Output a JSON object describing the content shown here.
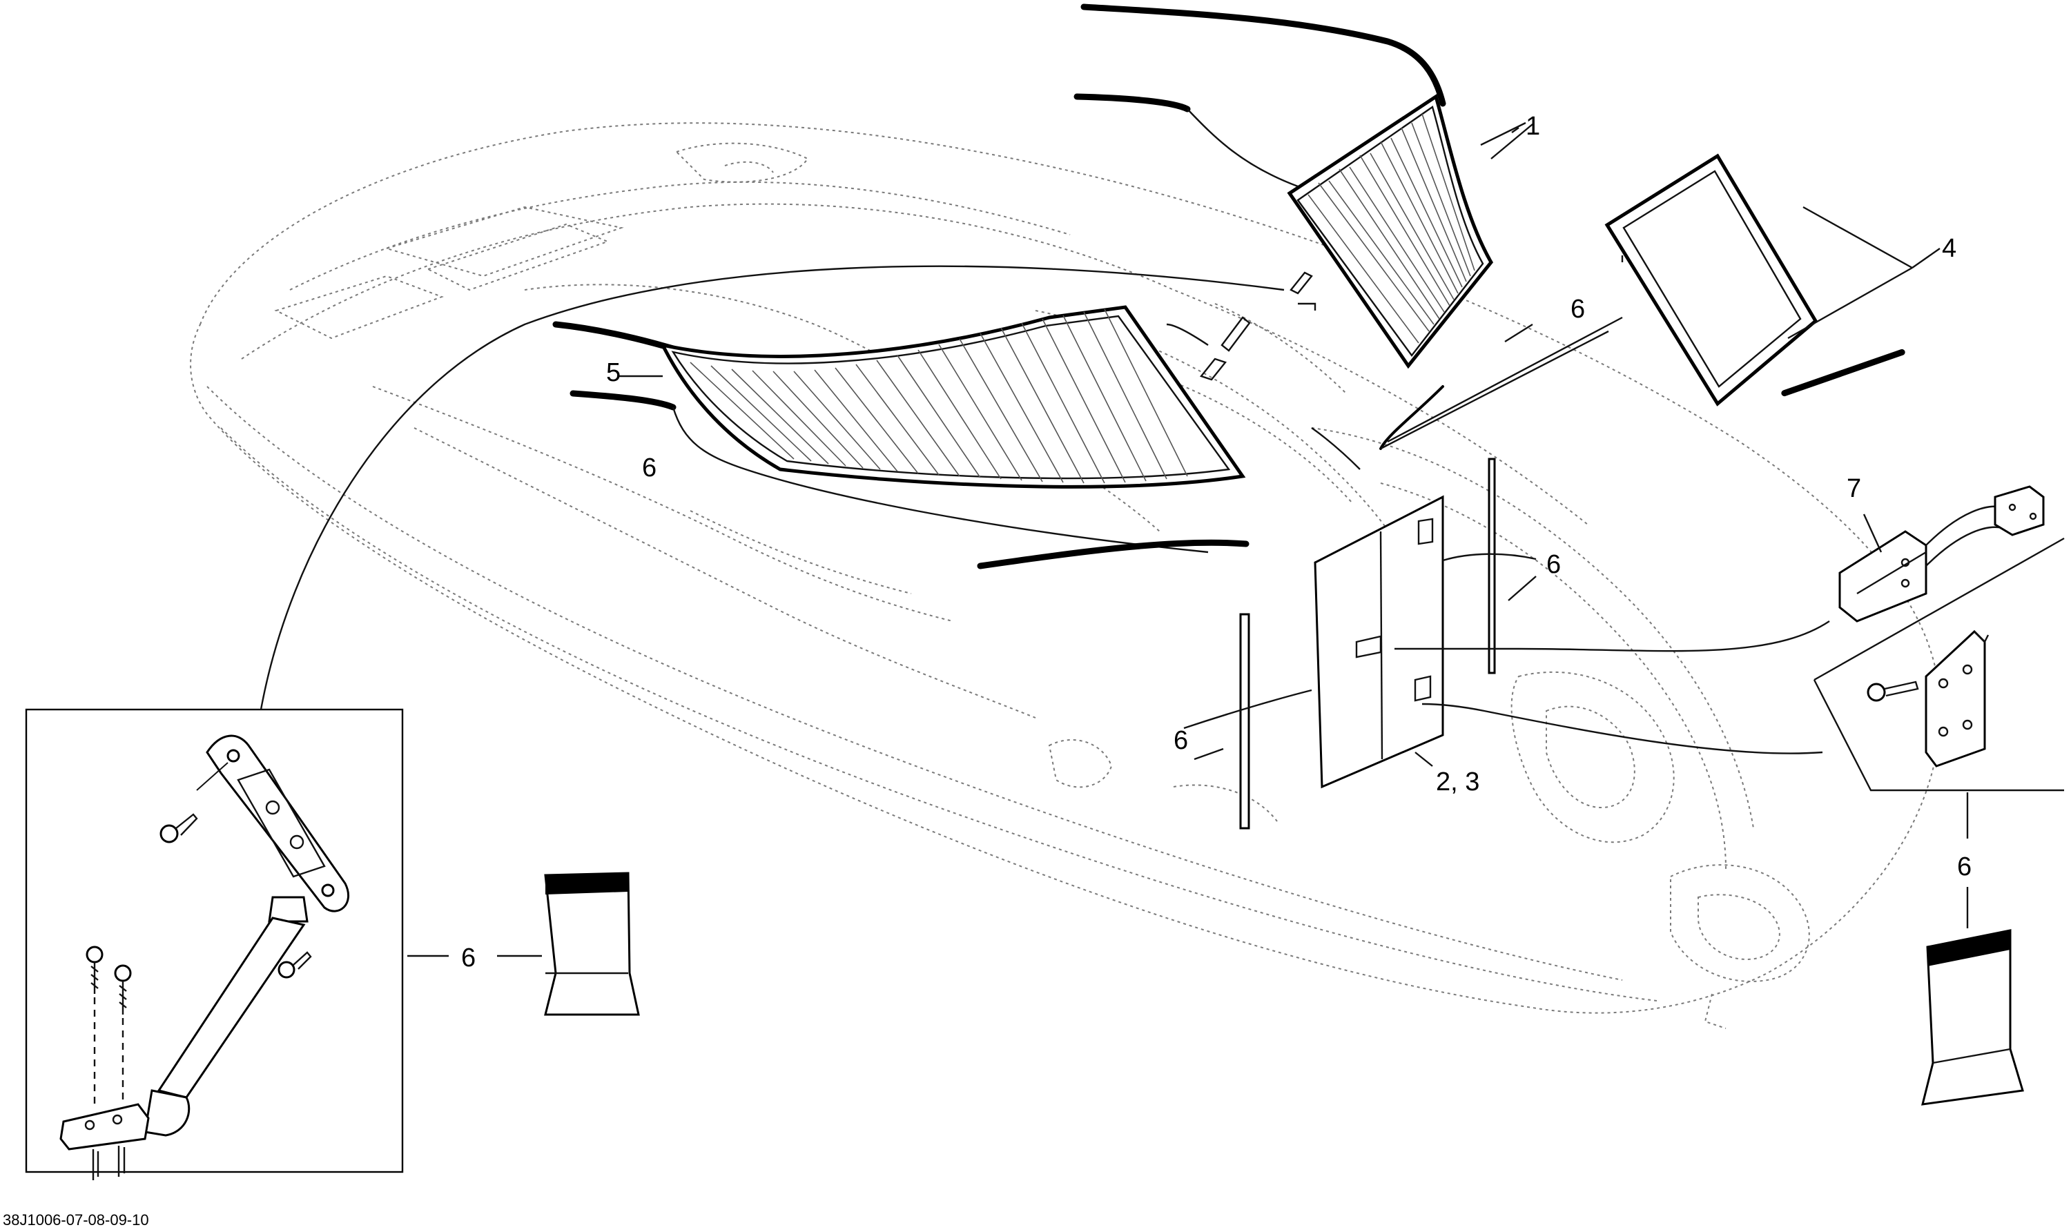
{
  "diagram": {
    "callouts": {
      "c1": "1",
      "c23": "2, 3",
      "c4": "4",
      "c5": "5",
      "c6a": "6",
      "c6b": "6",
      "c6c": "6",
      "c6d": "6",
      "c6e": "6",
      "c6f": "6",
      "c7": "7"
    },
    "drawing_code": "38J1006-07-08-09-10"
  }
}
